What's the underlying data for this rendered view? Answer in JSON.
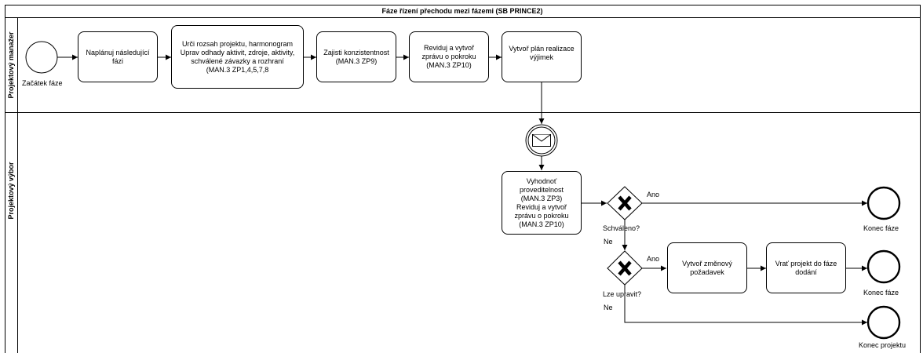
{
  "pool": {
    "title": "Fáze řízení přechodu mezi fázemi (SB PRINCE2)"
  },
  "lanes": {
    "manager": "Projektový manažer",
    "board": "Projektový výbor"
  },
  "events": {
    "start": "Začátek fáze",
    "end_phase_1": "Konec fáze",
    "end_phase_2": "Konec fáze",
    "end_project": "Konec projektu"
  },
  "tasks": {
    "t1": "Naplánuj následující\nfázi",
    "t2": "Urči rozsah projektu, harmonogram\nUprav odhady aktivit, zdroje, aktivity,\nschválené závazky a rozhraní\n(MAN.3 ZP1,4,5,7,8",
    "t3": "Zajisti konzistentnost\n(MAN.3 ZP9)",
    "t4": "Reviduj a vytvoř\nzprávu o pokroku\n(MAN.3 ZP10)",
    "t5": "Vytvoř plán realizace\nvýjimek",
    "t6": "Vyhodnoť\nproveditelnost\n(MAN.3 ZP3)\nReviduj a vytvoř\nzprávu o pokroku\n(MAN.3 ZP10)",
    "t7": "Vytvoř změnový\npožadavek",
    "t8": "Vrať projekt do fáze\ndodání"
  },
  "gateways": {
    "g1": {
      "label": "Schváleno?",
      "yes": "Ano",
      "no": "Ne"
    },
    "g2": {
      "label": "Lze upravit?",
      "yes": "Ano",
      "no": "Ne"
    }
  },
  "icons": {
    "message_send": "envelope-filled-icon",
    "message_catch": "envelope-outline-icon",
    "gateway": "exclusive-gateway-x-icon"
  }
}
